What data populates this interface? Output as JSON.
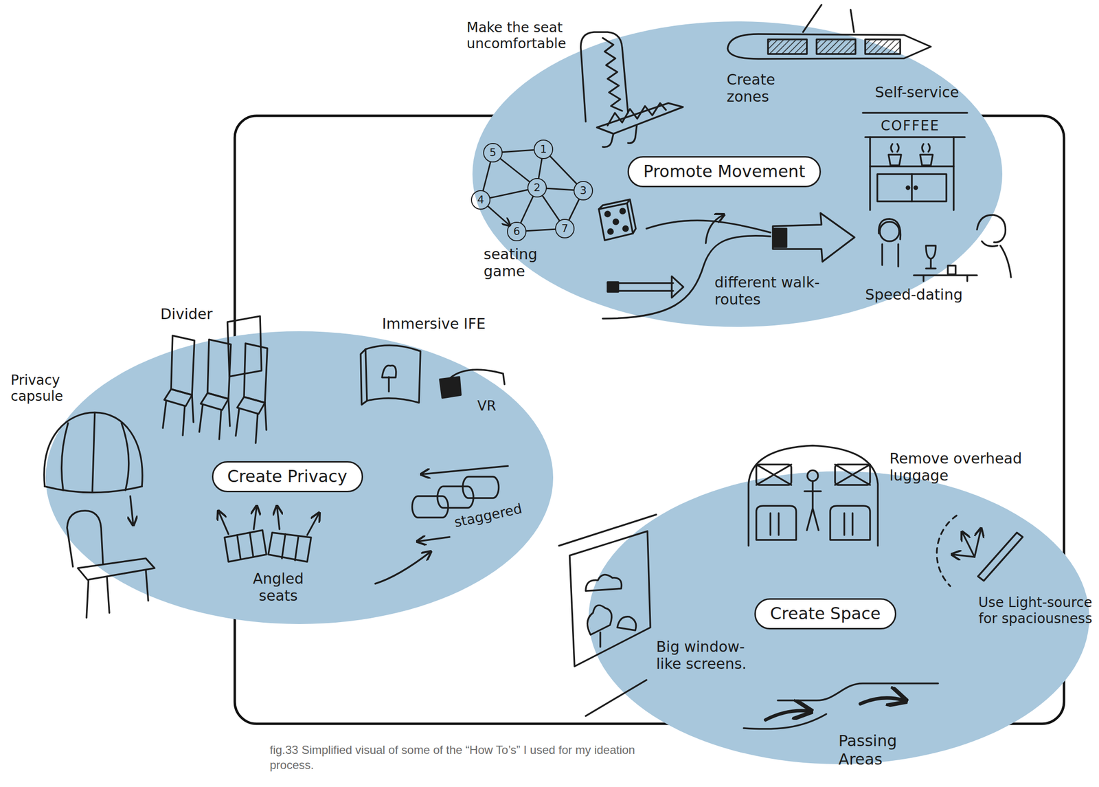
{
  "diagram": {
    "caption": "fig.33 Simplified visual of some of the “How To’s” I used for my ideation process.",
    "nodes": [
      {
        "text": [
          "5"
        ]
      },
      {
        "text": [
          "1"
        ]
      },
      {
        "text": [
          "2"
        ]
      },
      {
        "text": [
          "3"
        ]
      },
      {
        "text": [
          "4"
        ]
      },
      {
        "text": [
          "6"
        ]
      },
      {
        "text": [
          "7"
        ]
      },
      {
        "text": [
          "Promote Movement"
        ]
      },
      {
        "text": [
          "Create Privacy"
        ]
      },
      {
        "text": [
          "Create Space"
        ]
      }
    ],
    "edges": [
      {
        "from": 0,
        "to": 1,
        "arrow": "none"
      },
      {
        "from": 0,
        "to": 2,
        "arrow": "none"
      },
      {
        "from": 1,
        "to": 2,
        "arrow": "none"
      },
      {
        "from": 1,
        "to": 3,
        "arrow": "none"
      },
      {
        "from": 2,
        "to": 3,
        "arrow": "none"
      },
      {
        "from": 2,
        "to": 4,
        "arrow": "none"
      },
      {
        "from": 4,
        "to": 0,
        "arrow": "none"
      },
      {
        "from": 4,
        "to": 5,
        "arrow": "to"
      },
      {
        "from": 2,
        "to": 5,
        "arrow": "none"
      },
      {
        "from": 2,
        "to": 6,
        "arrow": "none"
      },
      {
        "from": 5,
        "to": 6,
        "arrow": "none"
      },
      {
        "from": 3,
        "to": 6,
        "arrow": "none"
      }
    ],
    "labels": [
      "Make the seat uncomfortable",
      "Create zones",
      "Self-service",
      "COFFEE",
      "seating game",
      "different walk-routes",
      "Speed-dating",
      "Divider",
      "Immersive IFE",
      "Privacy capsule",
      "VR",
      "staggered",
      "Angled seats",
      "Remove overhead luggage",
      "Use Light-source for spaciousness",
      "Big window-like screens.",
      "Passing Areas"
    ]
  }
}
